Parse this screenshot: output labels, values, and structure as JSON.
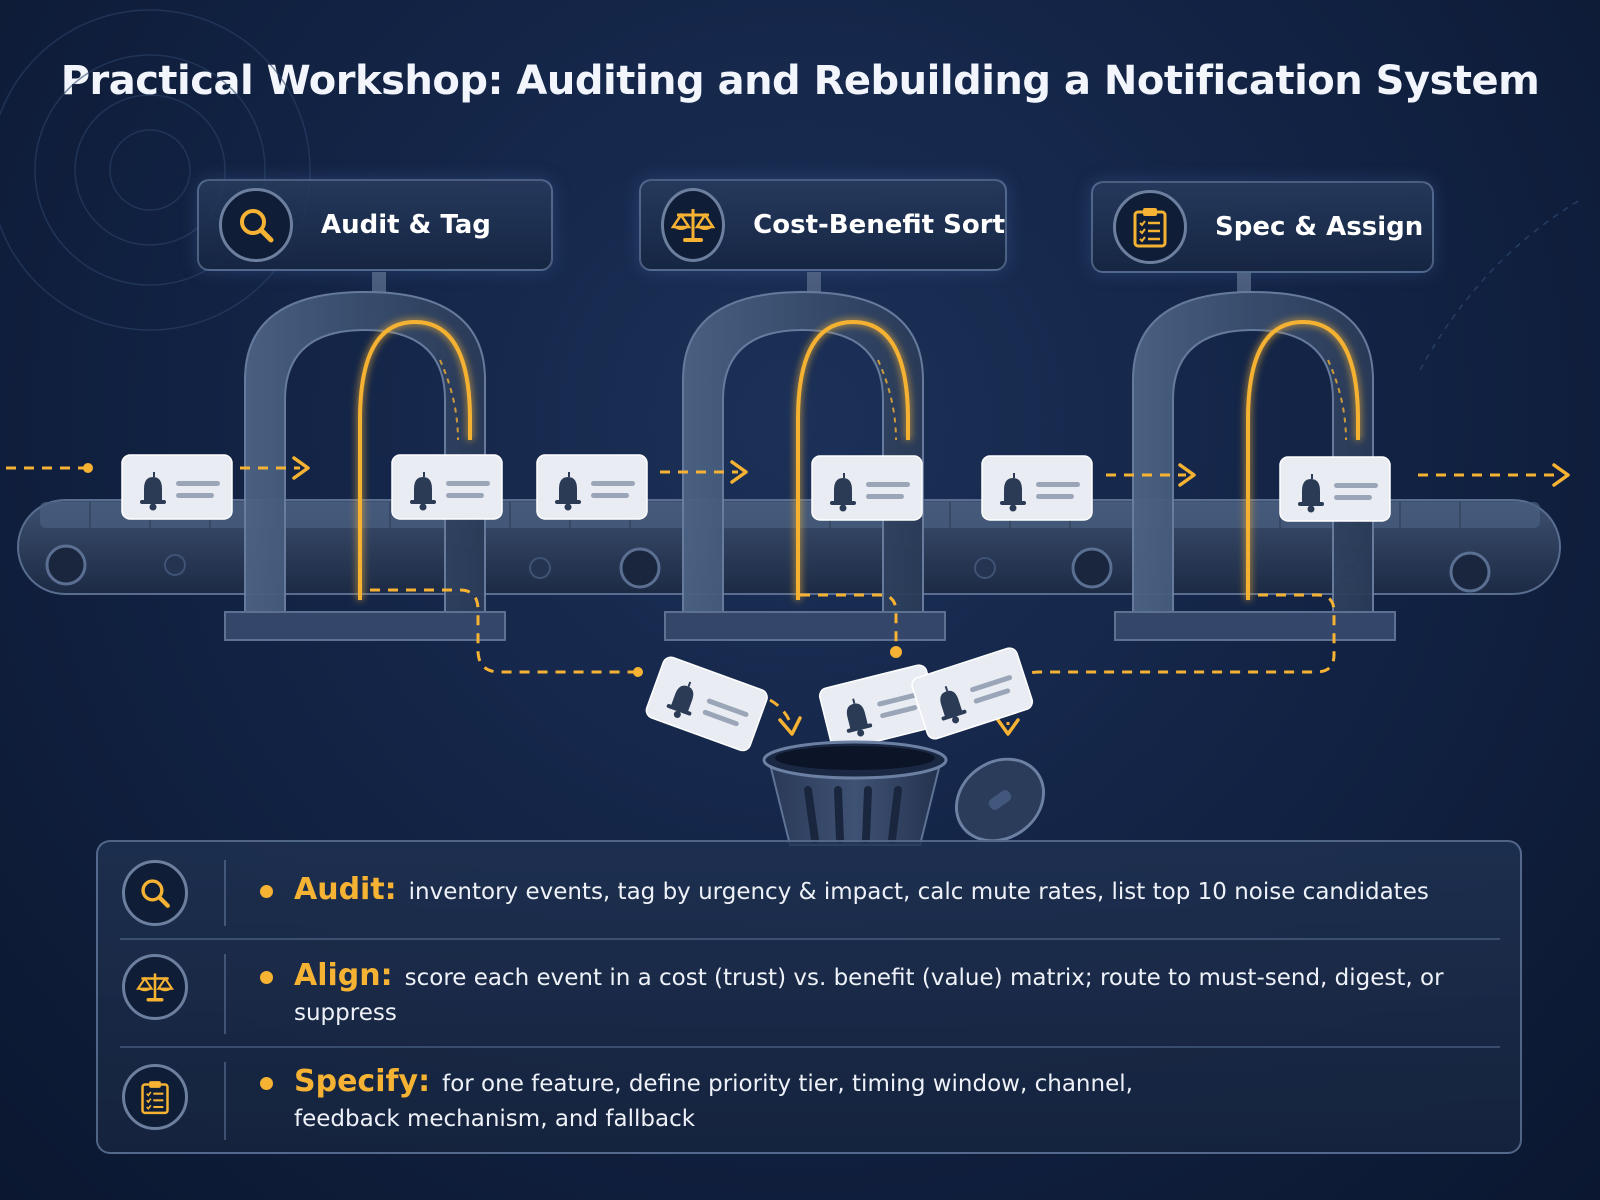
{
  "title": "Practical Workshop: Auditing and Rebuilding a Notification System",
  "stages": [
    {
      "label": "Audit & Tag",
      "icon": "magnifier-icon"
    },
    {
      "label": "Cost-Benefit Sort",
      "icon": "scale-icon"
    },
    {
      "label": "Spec & Assign",
      "icon": "clipboard-icon"
    }
  ],
  "steps": [
    {
      "term": "Audit:",
      "text": "inventory events, tag by urgency & impact, calc mute rates, list top 10 noise candidates",
      "icon": "magnifier-icon"
    },
    {
      "term": "Align:",
      "text": "score each event in a cost (trust) vs. benefit (value) matrix; route to must-send, digest, or suppress",
      "icon": "scale-icon"
    },
    {
      "term": "Specify:",
      "text": "for one feature, define priority tier, timing window, channel, feedback mechanism, and fallback",
      "icon": "clipboard-icon"
    }
  ],
  "colors": {
    "accent": "#f5b233",
    "background": "#132446",
    "card": "#e9edf3"
  }
}
